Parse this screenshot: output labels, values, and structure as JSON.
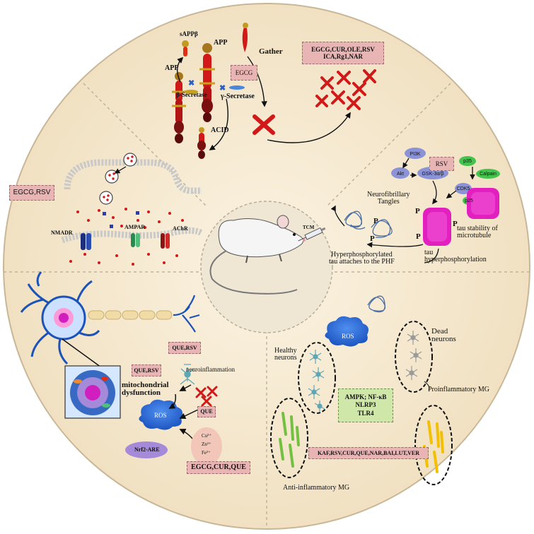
{
  "colors": {
    "disc": "#f6ead2",
    "center": "#efe6d4",
    "membrane": "#c9c9c9",
    "app_red": "#d11919",
    "app_dark": "#7a1010",
    "pink_box": "#e8b4b4",
    "green_box": "#cfe7a9",
    "magenta": "#e21fbf",
    "tangle": "#4a6fa5",
    "ros": "#2d6fd6",
    "neuron": "#1c53b8",
    "healthy": "#5fa6b5",
    "dead": "#9a9a9a",
    "anti": "#74c043",
    "pro": "#f2c000"
  },
  "icons": [
    "mouse-icon",
    "syringe-icon",
    "neuron-icon",
    "mitochondrion-icon",
    "tangle-icon",
    "microglia-icon",
    "receptor-icon",
    "vesicle-icon"
  ],
  "top": {
    "app_left": "APP",
    "app_right": "APP",
    "sappb": "sAPPβ",
    "beta": "β-Secretase",
    "gamma": "γ-Secretase",
    "egcg": "EGCG",
    "acid": "ACID",
    "gather": "Gather",
    "drugs_line1": "EGCG,CUR,OLE,RSV",
    "drugs_line2": "ICA,Rg1,NAR"
  },
  "left": {
    "drugs": "EGCG,RSV",
    "nmadr": "NMADR",
    "ampar": "AMPAR",
    "achr": "AChR"
  },
  "center": {
    "tcm": "TCM"
  },
  "right": {
    "pi3k": "PI3K",
    "akt": "Akt",
    "gsk": "GSK-3α/β",
    "rsv": "RSV",
    "p35": "p35",
    "calpain": "Calpain",
    "cdk5": "CDK5",
    "p25": "p25",
    "p": "P",
    "nft": "Neurofibrillary\nTangles",
    "stability": "tau stability of\nmicrotubule",
    "tau_hyper": "tau\nhyperphosphorylation",
    "hyper_attach": "Hyperphosphorylated\ntau attaches to the PHF"
  },
  "bottom_left": {
    "que_rsv_top": "QUE,RSV",
    "neuroinflammation": "neuroinflammation",
    "que_rsv_left": "QUE,RSV",
    "mito": "mitochondrial\ndysfunction",
    "que": "QUE",
    "ros": "ROS",
    "nrf2": "Nrf2-ARE",
    "cu": "Cu²⁺",
    "zn": "Zn²⁺",
    "fe": "Fe²⁺",
    "drugs": "EGCG,CUR,QUE"
  },
  "bottom_right": {
    "ros": "ROS",
    "dead": "Dead\nneurons",
    "healthy": "Healthy\nneurons",
    "pathway1": "AMPK; NF-κB",
    "pathway2": "NLRP3",
    "pathway3": "TLR4",
    "pro_mg": "Proinflammatory MG",
    "drugs": "KAF,RSV,CUR,QUE,NAR,BAI,LUT,VER",
    "anti_mg": "Anti-inflammatory MG"
  }
}
